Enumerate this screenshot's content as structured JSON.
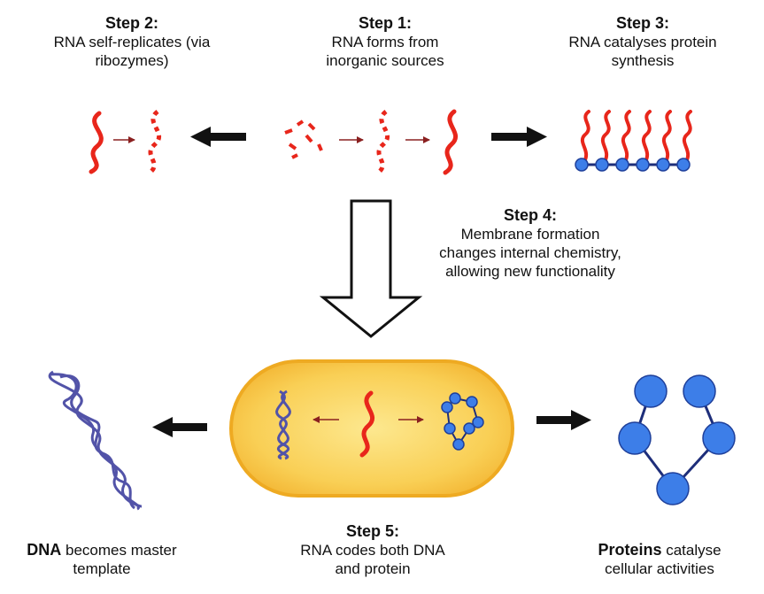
{
  "step1": {
    "heading": "Step 1:",
    "line1": "RNA forms from",
    "line2": "inorganic sources"
  },
  "step2": {
    "heading": "Step 2:",
    "line1": "RNA self-replicates (via",
    "line2": "ribozymes)"
  },
  "step3": {
    "heading": "Step 3:",
    "line1": "RNA catalyses protein",
    "line2": "synthesis"
  },
  "step4": {
    "heading": "Step 4:",
    "line1": "Membrane formation",
    "line2": "changes internal chemistry,",
    "line3": "allowing new functionality"
  },
  "step5": {
    "heading": "Step 5:",
    "line1": "RNA codes both DNA",
    "line2": "and protein"
  },
  "dna": {
    "bold": "DNA",
    "rest1": " becomes master",
    "line2": "template"
  },
  "proteins": {
    "bold": "Proteins",
    "rest1": " catalyse",
    "line2": "cellular activities"
  },
  "colors": {
    "rna": "#e8261b",
    "protein_bead": "#3d7ee8",
    "dna_strand": "#5253a8",
    "cell_fill": "#f9cf55",
    "cell_border": "#eeaa22",
    "arrow": "#111111",
    "small_arrow": "#8a2020"
  }
}
